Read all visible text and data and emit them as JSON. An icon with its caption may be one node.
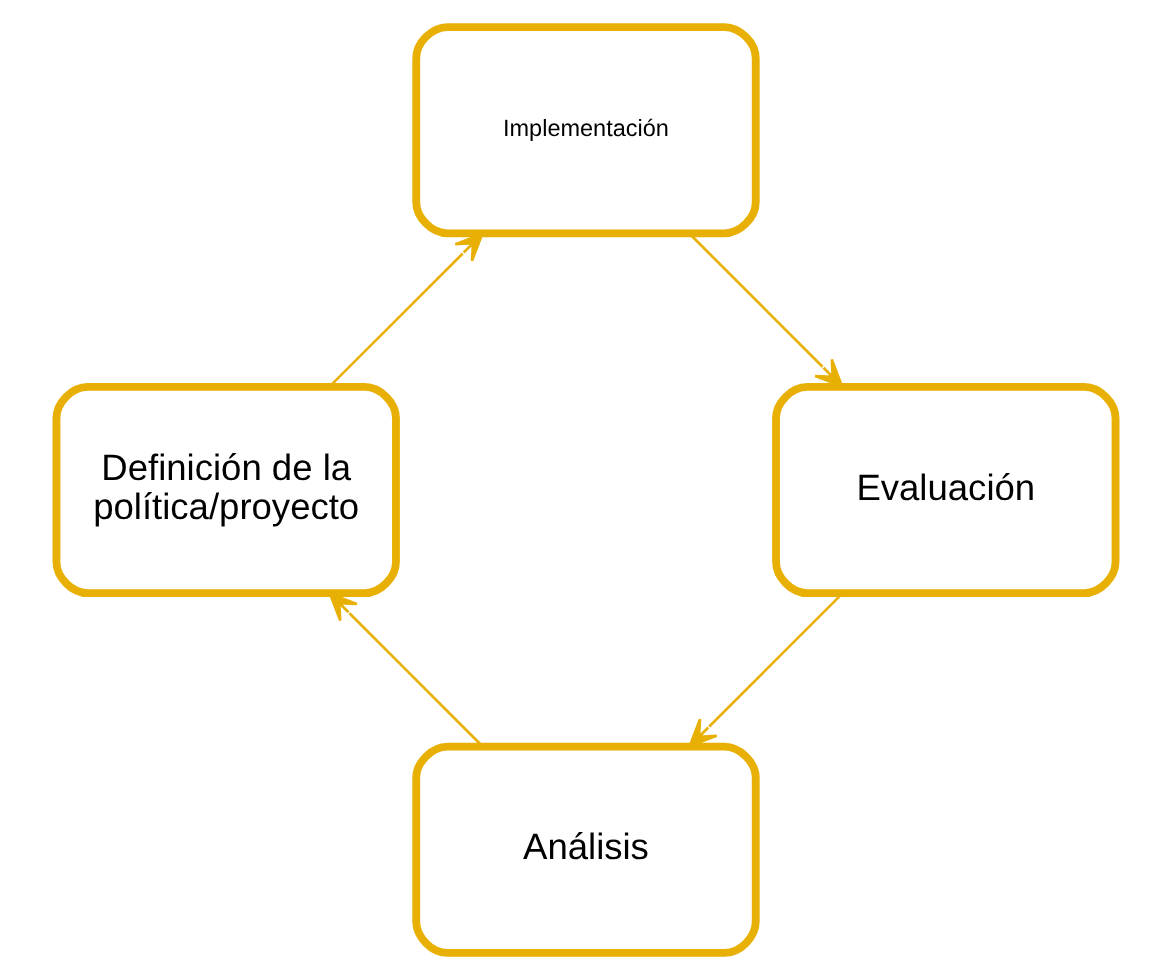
{
  "diagram": {
    "nodes": [
      {
        "text": [
          "Análisis"
        ]
      },
      {
        "text": [
          "Definición de la política/proyecto"
        ]
      },
      {
        "text": [
          "Implementación"
        ]
      },
      {
        "text": [
          "Evaluación"
        ]
      }
    ],
    "edges": [
      {
        "from": 0,
        "to": 1,
        "arrow": "to"
      },
      {
        "from": 1,
        "to": 2,
        "arrow": "to"
      },
      {
        "from": 2,
        "to": 3,
        "arrow": "to"
      },
      {
        "from": 3,
        "to": 0,
        "arrow": "to"
      }
    ]
  }
}
